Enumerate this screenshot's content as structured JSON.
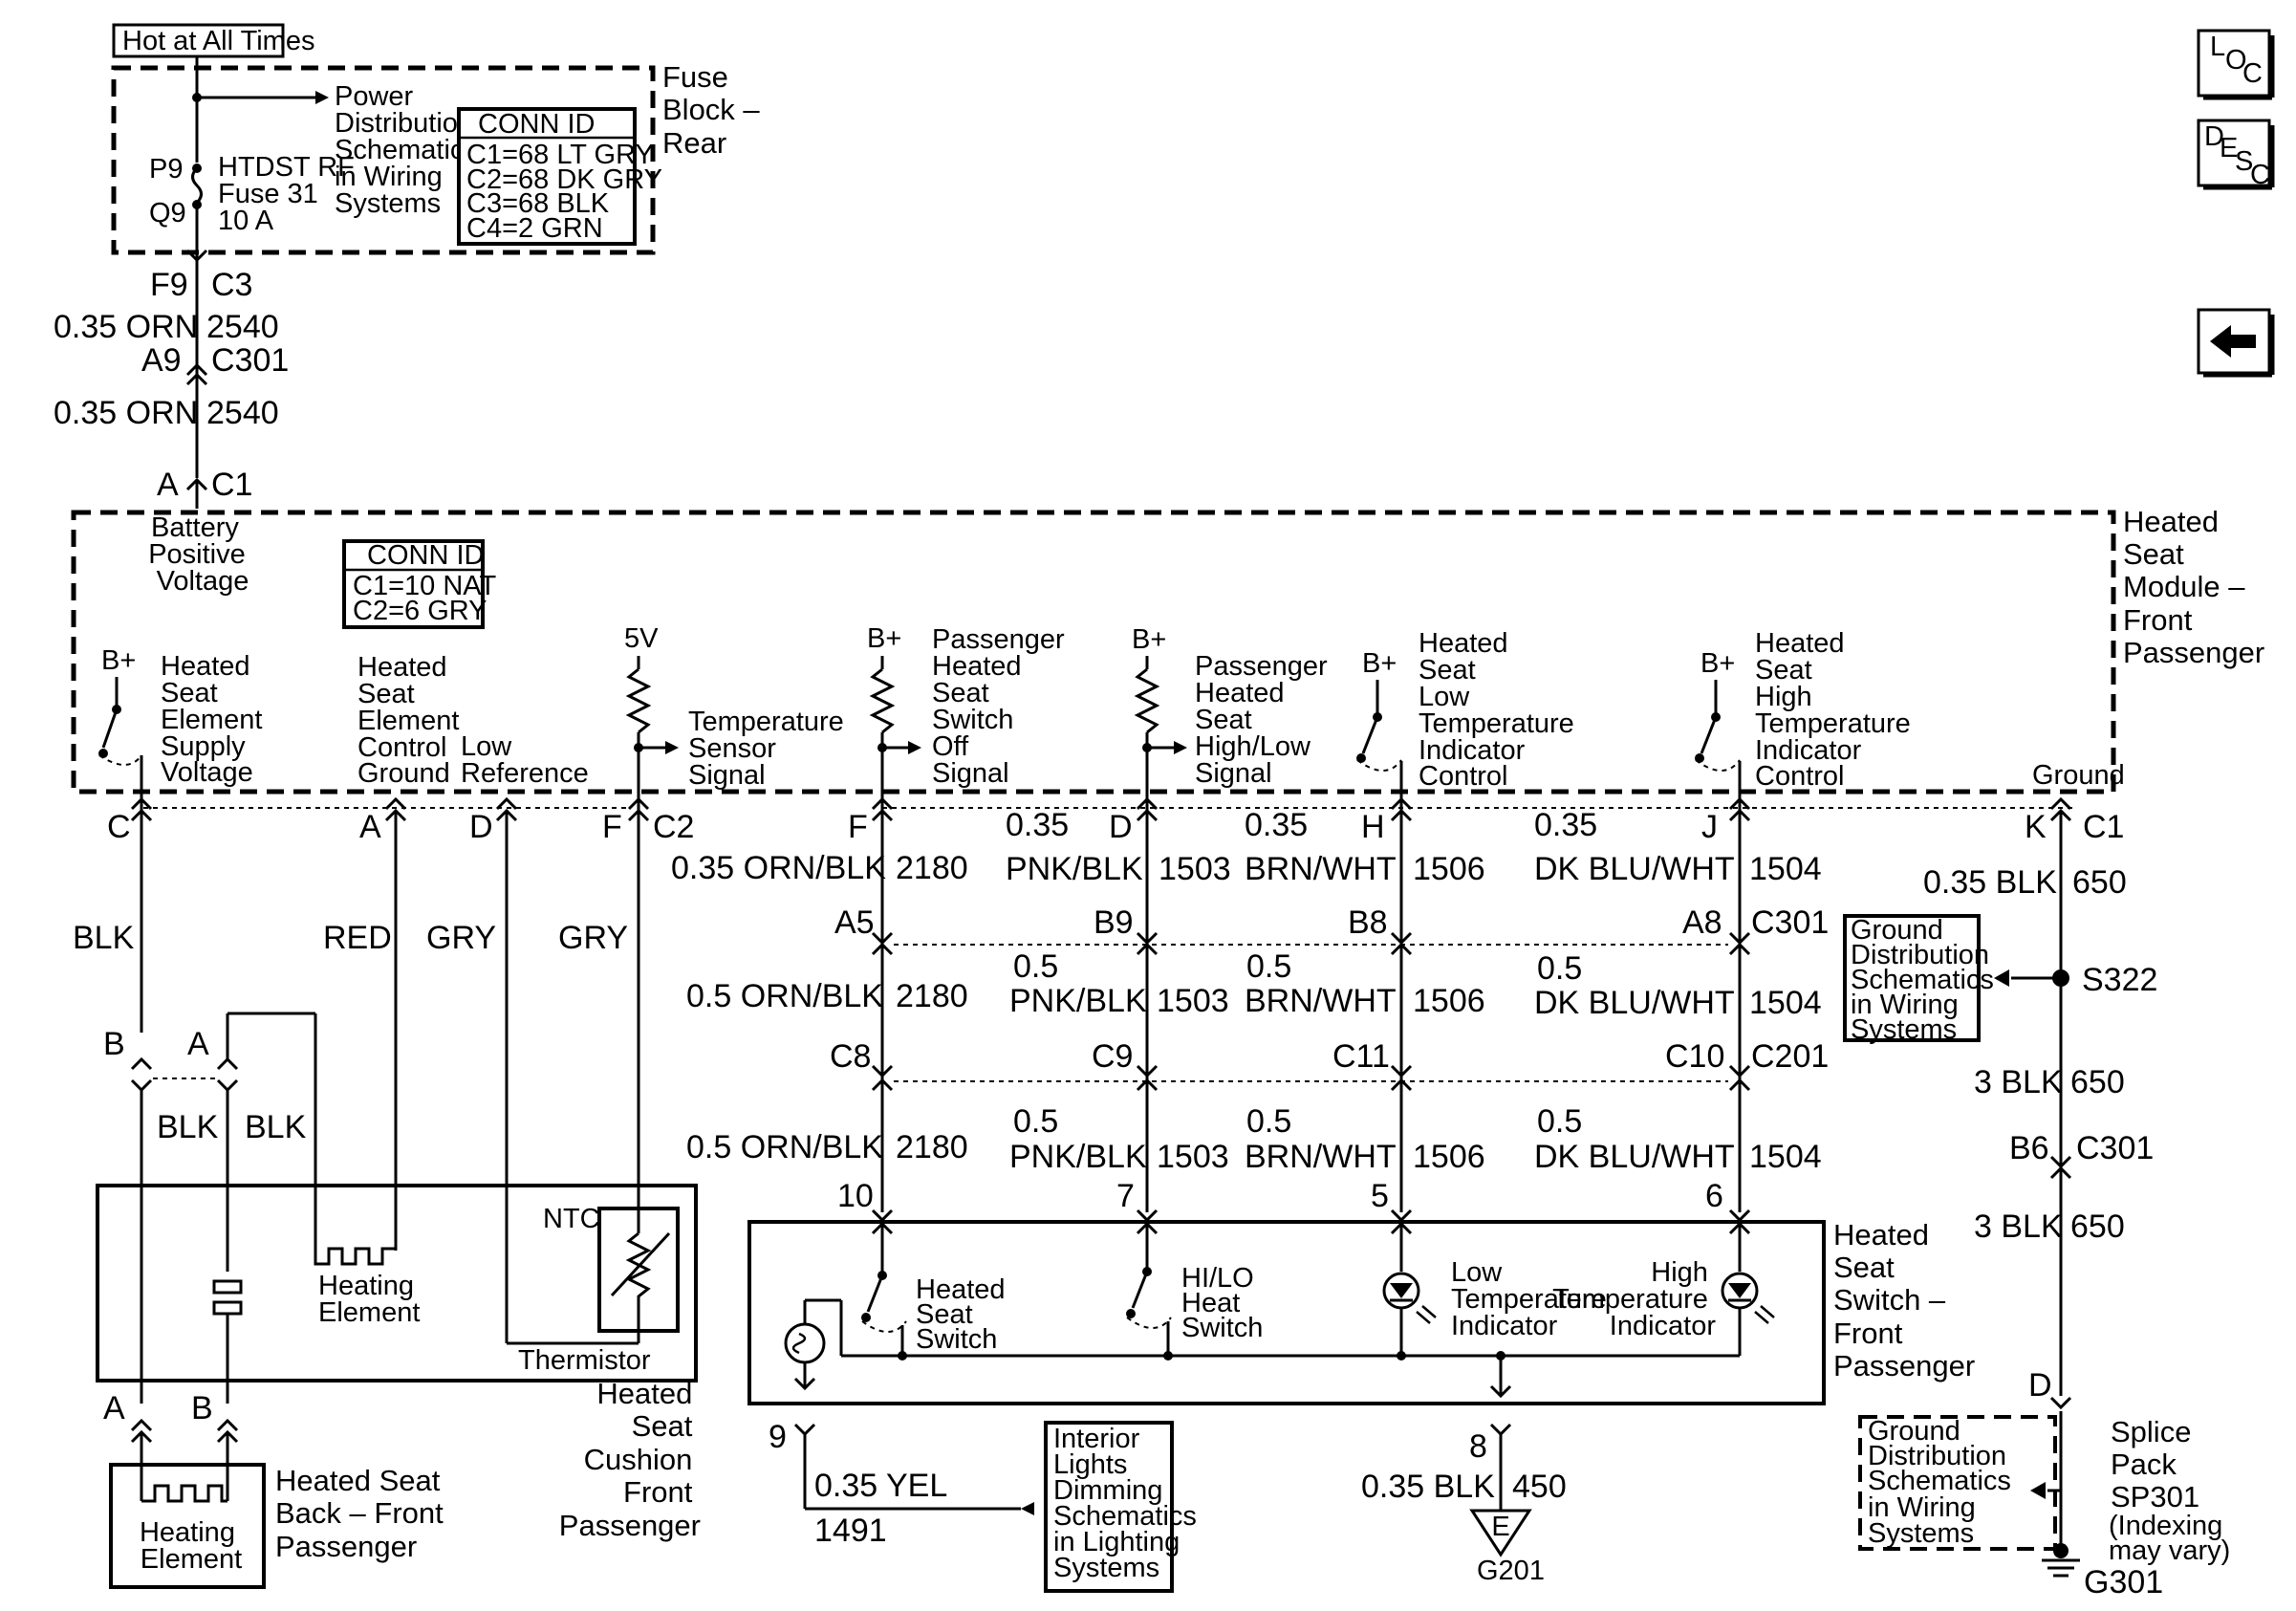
{
  "hot_label": "Hot at All Times",
  "fuse_block": {
    "title": [
      "Fuse",
      "Block –",
      "Rear"
    ],
    "power_dist": [
      "Power",
      "Distribution",
      "Schematics",
      "in Wiring",
      "Systems"
    ],
    "fuse_name": [
      "HTDST RF",
      "Fuse 31",
      "10 A"
    ],
    "pins": [
      "P9",
      "Q9"
    ],
    "conn_id_title": "CONN ID",
    "conn_id": [
      "C1=68 LT GRY",
      "C2=68 DK GRY",
      "C3=68 BLK",
      "C4=2 GRN"
    ]
  },
  "upper_wire": {
    "f9": "F9",
    "c3": "C3",
    "a9": "A9",
    "c301": "C301",
    "gauge": "0.35 ORN",
    "circuit": "2540",
    "a": "A",
    "c1": "C1"
  },
  "module": {
    "title": [
      "Heated",
      "Seat",
      "Module –",
      "Front",
      "Passenger"
    ],
    "battery": [
      "Battery",
      "Positive",
      "Voltage"
    ],
    "conn_id_title": "CONN ID",
    "conn_id": [
      "C1=10 NAT",
      "C2=6 GRY"
    ],
    "bplus": "B+",
    "five_v": "5V",
    "supply": [
      "Heated",
      "Seat",
      "Element",
      "Supply",
      "Voltage"
    ],
    "control": [
      "Heated",
      "Seat",
      "Element",
      "Control",
      "Ground"
    ],
    "low_ref": [
      "Low",
      "Reference"
    ],
    "temp_sensor": [
      "Temperature",
      "Sensor",
      "Signal"
    ],
    "off_signal": [
      "Passenger",
      "Heated",
      "Seat",
      "Switch",
      "Off",
      "Signal"
    ],
    "hilo_signal": [
      "Passenger",
      "Heated",
      "Seat",
      "High/Low",
      "Signal"
    ],
    "low_temp": [
      "Heated",
      "Seat",
      "Low",
      "Temperature",
      "Indicator",
      "Control"
    ],
    "high_temp": [
      "Heated",
      "Seat",
      "High",
      "Temperature",
      "Indicator",
      "Control"
    ],
    "ground": "Ground"
  },
  "pins_top": {
    "c": "C",
    "a": "A",
    "d": "D",
    "f": "F",
    "c2": "C2",
    "f2": "F",
    "d2": "D",
    "h": "H",
    "j": "J",
    "k": "K",
    "c1": "C1"
  },
  "left_wires": {
    "blk": "BLK",
    "red": "RED",
    "gry1": "GRY",
    "gry2": "GRY",
    "b": "B",
    "a": "A",
    "blk2": "BLK",
    "blk3": "BLK",
    "a2": "A",
    "b2": "B"
  },
  "right_wires": {
    "row1": {
      "g1": "0.35 ORN/BLK",
      "c1": "2180",
      "g2a": "0.35",
      "g2b": "PNK/BLK",
      "c2": "1503",
      "g3a": "0.35",
      "g3b": "BRN/WHT",
      "c3": "1506",
      "g4a": "0.35",
      "g4b": "DK BLU/WHT",
      "c4": "1504"
    },
    "conn_c301": [
      "A5",
      "B9",
      "B8",
      "A8",
      "C301"
    ],
    "row2": {
      "g1": "0.5 ORN/BLK",
      "c1": "2180",
      "g2a": "0.5",
      "g2b": "PNK/BLK",
      "c2": "1503",
      "g3a": "0.5",
      "g3b": "BRN/WHT",
      "c3": "1506",
      "g4a": "0.5",
      "g4b": "DK BLU/WHT",
      "c4": "1504"
    },
    "conn_c201": [
      "C8",
      "C9",
      "C11",
      "C10",
      "C201"
    ],
    "row3": {
      "g1": "0.5 ORN/BLK",
      "c1": "2180",
      "g2a": "0.5",
      "g2b": "PNK/BLK",
      "c2": "1503",
      "g3a": "0.5",
      "g3b": "BRN/WHT",
      "c3": "1506",
      "g4a": "0.5",
      "g4b": "DK BLU/WHT",
      "c4": "1504"
    },
    "switch_pins": [
      "10",
      "7",
      "5",
      "6"
    ]
  },
  "ground_path": {
    "g1": "0.35 BLK",
    "c1": "650",
    "ground_box": [
      "Ground",
      "Distribution",
      "Schematics",
      "in Wiring",
      "Systems"
    ],
    "s322": "S322",
    "g2": "3 BLK",
    "c2": "650",
    "b6": "B6",
    "c301": "C301",
    "g3": "3 BLK",
    "c3": "650",
    "d": "D",
    "splice": [
      "Splice",
      "Pack",
      "SP301",
      "(Indexing",
      "may vary)"
    ],
    "ground_box2": [
      "Ground",
      "Distribution",
      "Schematics",
      "in Wiring",
      "Systems"
    ],
    "g301": "G301"
  },
  "cushion": {
    "title": [
      "Heated",
      "Seat",
      "Cushion",
      "Front",
      "Passenger"
    ],
    "heating": [
      "Heating",
      "Element"
    ],
    "ntc": "NTC",
    "thermistor": "Thermistor"
  },
  "back": {
    "title": [
      "Heated Seat",
      "Back – Front",
      "Passenger"
    ],
    "heating": [
      "Heating",
      "Element"
    ]
  },
  "switch": {
    "title": [
      "Heated",
      "Seat",
      "Switch –",
      "Front",
      "Passenger"
    ],
    "heated_switch": [
      "Heated",
      "Seat",
      "Switch"
    ],
    "hilo": [
      "HI/LO",
      "Heat",
      "Switch"
    ],
    "low_ind": [
      "Low",
      "Temperature",
      "Indicator"
    ],
    "high_ind": [
      "High",
      "Temperature",
      "Indicator"
    ]
  },
  "bottom": {
    "pin9": "9",
    "yel_g": "0.35 YEL",
    "yel_c": "1491",
    "interior": [
      "Interior",
      "Lights",
      "Dimming",
      "Schematics",
      "in Lighting",
      "Systems"
    ],
    "pin8": "8",
    "blk_g": "0.35 BLK",
    "blk_c": "450",
    "e": "E",
    "g201": "G201"
  },
  "nav": {
    "loc": [
      "L",
      "O",
      "C"
    ],
    "desc": [
      "D",
      "E",
      "S",
      "C"
    ]
  },
  "icons": [
    "loc-icon",
    "desc-icon",
    "back-arrow-icon"
  ]
}
